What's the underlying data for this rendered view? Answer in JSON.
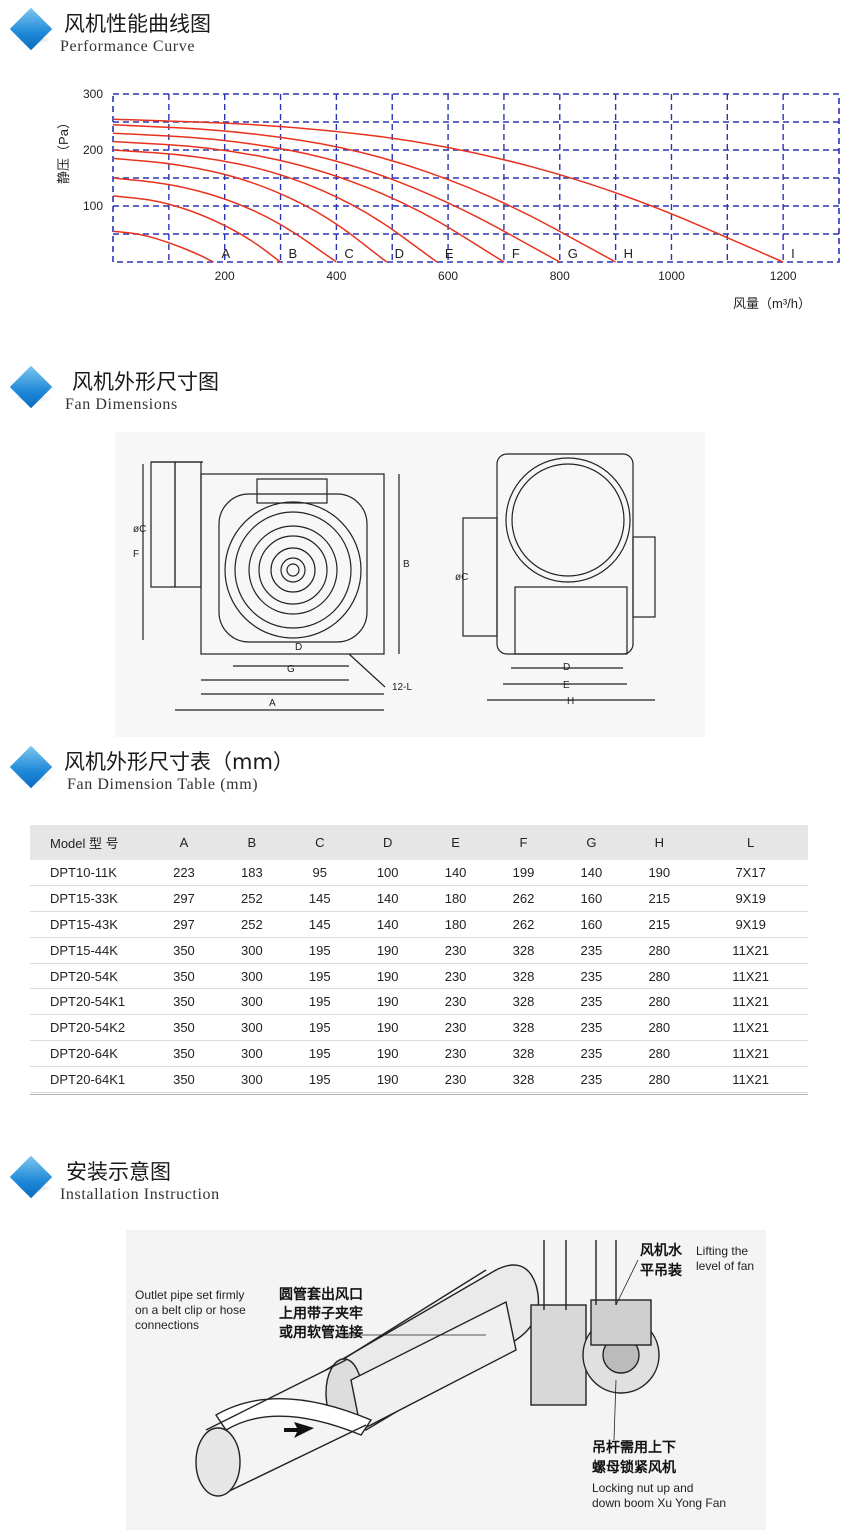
{
  "sections": {
    "performance": {
      "cn": "风机性能曲线图",
      "en": "Performance Curve"
    },
    "dimensions": {
      "cn": "风机外形尺寸图",
      "en": "Fan Dimensions"
    },
    "table": {
      "cn": "风机外形尺寸表（mm）",
      "en": "Fan Dimension Table (mm)"
    },
    "install": {
      "cn": "安装示意图",
      "en": "Installation Instruction"
    }
  },
  "chart_data": {
    "type": "line",
    "ylabel": "静压（Pa）",
    "xlabel": "风量（m³/h）",
    "xlim": [
      0,
      1300
    ],
    "ylim": [
      0,
      300
    ],
    "x_ticks": [
      "200",
      "400",
      "600",
      "800",
      "1000",
      "1200"
    ],
    "y_ticks": [
      "100",
      "200",
      "300"
    ],
    "grid": true,
    "line_color": "#e8321e",
    "grid_color": "#2a35b5",
    "curve_labels": [
      "A",
      "B",
      "C",
      "D",
      "E",
      "F",
      "G",
      "H",
      "I"
    ],
    "series": [
      {
        "name": "A",
        "points": [
          [
            0,
            55
          ],
          [
            50,
            50
          ],
          [
            100,
            35
          ],
          [
            150,
            15
          ],
          [
            180,
            0
          ]
        ]
      },
      {
        "name": "B",
        "points": [
          [
            0,
            118
          ],
          [
            80,
            110
          ],
          [
            160,
            85
          ],
          [
            240,
            45
          ],
          [
            300,
            0
          ]
        ]
      },
      {
        "name": "C",
        "points": [
          [
            0,
            150
          ],
          [
            100,
            140
          ],
          [
            200,
            115
          ],
          [
            300,
            70
          ],
          [
            400,
            0
          ]
        ]
      },
      {
        "name": "D",
        "points": [
          [
            0,
            185
          ],
          [
            120,
            175
          ],
          [
            250,
            145
          ],
          [
            380,
            85
          ],
          [
            490,
            0
          ]
        ]
      },
      {
        "name": "E",
        "points": [
          [
            0,
            200
          ],
          [
            150,
            190
          ],
          [
            300,
            160
          ],
          [
            450,
            95
          ],
          [
            580,
            0
          ]
        ]
      },
      {
        "name": "F",
        "points": [
          [
            0,
            215
          ],
          [
            180,
            205
          ],
          [
            360,
            170
          ],
          [
            540,
            100
          ],
          [
            700,
            0
          ]
        ]
      },
      {
        "name": "G",
        "points": [
          [
            0,
            230
          ],
          [
            200,
            220
          ],
          [
            400,
            185
          ],
          [
            600,
            110
          ],
          [
            800,
            0
          ]
        ]
      },
      {
        "name": "H",
        "points": [
          [
            0,
            245
          ],
          [
            220,
            235
          ],
          [
            450,
            200
          ],
          [
            680,
            120
          ],
          [
            900,
            0
          ]
        ]
      },
      {
        "name": "I",
        "points": [
          [
            0,
            255
          ],
          [
            300,
            245
          ],
          [
            600,
            210
          ],
          [
            900,
            130
          ],
          [
            1200,
            0
          ]
        ]
      }
    ]
  },
  "drawing": {
    "labels_left": [
      "øC",
      "F",
      "B",
      "G",
      "D",
      "A",
      "12-L"
    ],
    "labels_right": [
      "øC",
      "D",
      "E",
      "H"
    ]
  },
  "table": {
    "headers": [
      "Model 型  号",
      "A",
      "B",
      "C",
      "D",
      "E",
      "F",
      "G",
      "H",
      "L"
    ],
    "rows": [
      [
        "DPT10-11K",
        "223",
        "183",
        "95",
        "100",
        "140",
        "199",
        "140",
        "190",
        "7X17"
      ],
      [
        "DPT15-33K",
        "297",
        "252",
        "145",
        "140",
        "180",
        "262",
        "160",
        "215",
        "9X19"
      ],
      [
        "DPT15-43K",
        "297",
        "252",
        "145",
        "140",
        "180",
        "262",
        "160",
        "215",
        "9X19"
      ],
      [
        "DPT15-44K",
        "350",
        "300",
        "195",
        "190",
        "230",
        "328",
        "235",
        "280",
        "11X21"
      ],
      [
        "DPT20-54K",
        "350",
        "300",
        "195",
        "190",
        "230",
        "328",
        "235",
        "280",
        "11X21"
      ],
      [
        "DPT20-54K1",
        "350",
        "300",
        "195",
        "190",
        "230",
        "328",
        "235",
        "280",
        "11X21"
      ],
      [
        "DPT20-54K2",
        "350",
        "300",
        "195",
        "190",
        "230",
        "328",
        "235",
        "280",
        "11X21"
      ],
      [
        "DPT20-64K",
        "350",
        "300",
        "195",
        "190",
        "230",
        "328",
        "235",
        "280",
        "11X21"
      ],
      [
        "DPT20-64K1",
        "350",
        "300",
        "195",
        "190",
        "230",
        "328",
        "235",
        "280",
        "11X21"
      ]
    ]
  },
  "install": {
    "outlet_en": [
      "Outlet pipe set firmly",
      "on a belt clip or hose",
      "connections"
    ],
    "outlet_cn": [
      "圆管套出风口",
      "上用带子夹牢",
      "或用软管连接"
    ],
    "level_cn": [
      "风机水",
      "平吊装"
    ],
    "level_en": [
      "Lifting the",
      "level of fan"
    ],
    "nut_cn": [
      "吊杆需用上下",
      "螺母锁紧风机"
    ],
    "nut_en": [
      "Locking nut up and",
      "down boom Xu Yong Fan"
    ]
  }
}
